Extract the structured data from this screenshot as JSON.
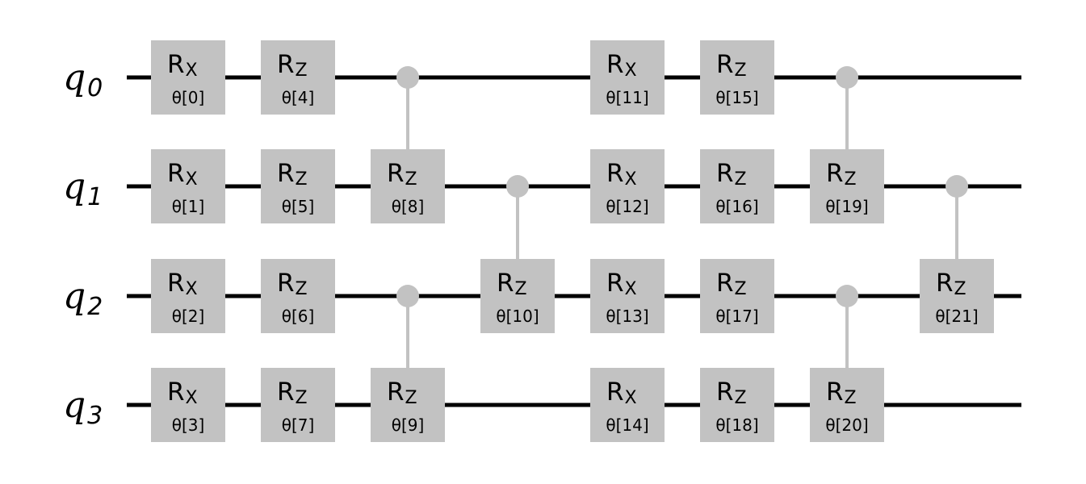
{
  "qubits": [
    {
      "name": "q",
      "index": "0"
    },
    {
      "name": "q",
      "index": "1"
    },
    {
      "name": "q",
      "index": "2"
    },
    {
      "name": "q",
      "index": "3"
    }
  ],
  "gates": [
    {
      "main": "R",
      "sub": "X",
      "param": "θ[0]",
      "qubit": 0,
      "column": 0
    },
    {
      "main": "R",
      "sub": "X",
      "param": "θ[1]",
      "qubit": 1,
      "column": 0
    },
    {
      "main": "R",
      "sub": "X",
      "param": "θ[2]",
      "qubit": 2,
      "column": 0
    },
    {
      "main": "R",
      "sub": "X",
      "param": "θ[3]",
      "qubit": 3,
      "column": 0
    },
    {
      "main": "R",
      "sub": "Z",
      "param": "θ[4]",
      "qubit": 0,
      "column": 1
    },
    {
      "main": "R",
      "sub": "Z",
      "param": "θ[5]",
      "qubit": 1,
      "column": 1
    },
    {
      "main": "R",
      "sub": "Z",
      "param": "θ[6]",
      "qubit": 2,
      "column": 1
    },
    {
      "main": "R",
      "sub": "Z",
      "param": "θ[7]",
      "qubit": 3,
      "column": 1
    },
    {
      "main": "R",
      "sub": "Z",
      "param": "θ[8]",
      "qubit": 1,
      "column": 2,
      "control": 0
    },
    {
      "main": "R",
      "sub": "Z",
      "param": "θ[9]",
      "qubit": 3,
      "column": 2,
      "control": 2
    },
    {
      "main": "R",
      "sub": "Z",
      "param": "θ[10]",
      "qubit": 2,
      "column": 3,
      "control": 1
    },
    {
      "main": "R",
      "sub": "X",
      "param": "θ[11]",
      "qubit": 0,
      "column": 4
    },
    {
      "main": "R",
      "sub": "X",
      "param": "θ[12]",
      "qubit": 1,
      "column": 4
    },
    {
      "main": "R",
      "sub": "X",
      "param": "θ[13]",
      "qubit": 2,
      "column": 4
    },
    {
      "main": "R",
      "sub": "X",
      "param": "θ[14]",
      "qubit": 3,
      "column": 4
    },
    {
      "main": "R",
      "sub": "Z",
      "param": "θ[15]",
      "qubit": 0,
      "column": 5
    },
    {
      "main": "R",
      "sub": "Z",
      "param": "θ[16]",
      "qubit": 1,
      "column": 5
    },
    {
      "main": "R",
      "sub": "Z",
      "param": "θ[17]",
      "qubit": 2,
      "column": 5
    },
    {
      "main": "R",
      "sub": "Z",
      "param": "θ[18]",
      "qubit": 3,
      "column": 5
    },
    {
      "main": "R",
      "sub": "Z",
      "param": "θ[19]",
      "qubit": 1,
      "column": 6,
      "control": 0
    },
    {
      "main": "R",
      "sub": "Z",
      "param": "θ[20]",
      "qubit": 3,
      "column": 6,
      "control": 2
    },
    {
      "main": "R",
      "sub": "Z",
      "param": "θ[21]",
      "qubit": 2,
      "column": 7,
      "control": 1
    }
  ],
  "colors": {
    "wire": "#000000",
    "gate": "#c2c2c2",
    "control": "#c2c2c2"
  }
}
